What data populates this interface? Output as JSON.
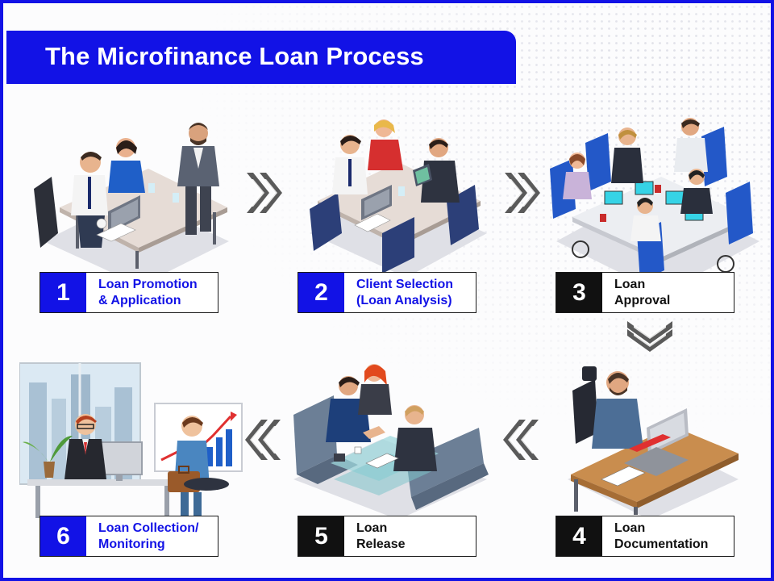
{
  "title": "The Microfinance Loan Process",
  "colors": {
    "accent": "#1212e6",
    "dark": "#111111",
    "arrow": "#555555"
  },
  "steps": [
    {
      "number": "1",
      "line1": "Loan Promotion",
      "line2": "& Application",
      "style": "blue"
    },
    {
      "number": "2",
      "line1": "Client Selection",
      "line2": "(Loan Analysis)",
      "style": "blue"
    },
    {
      "number": "3",
      "line1": "Loan",
      "line2": "Approval",
      "style": "black"
    },
    {
      "number": "4",
      "line1": "Loan",
      "line2": "Documentation",
      "style": "black"
    },
    {
      "number": "5",
      "line1": "Loan",
      "line2": "Release",
      "style": "black"
    },
    {
      "number": "6",
      "line1": "Loan Collection/",
      "line2": "Monitoring",
      "style": "blue"
    }
  ],
  "icons": {
    "arrow_right": "double-chevron-right-icon",
    "arrow_down": "double-chevron-down-icon",
    "arrow_left": "double-chevron-left-icon"
  }
}
